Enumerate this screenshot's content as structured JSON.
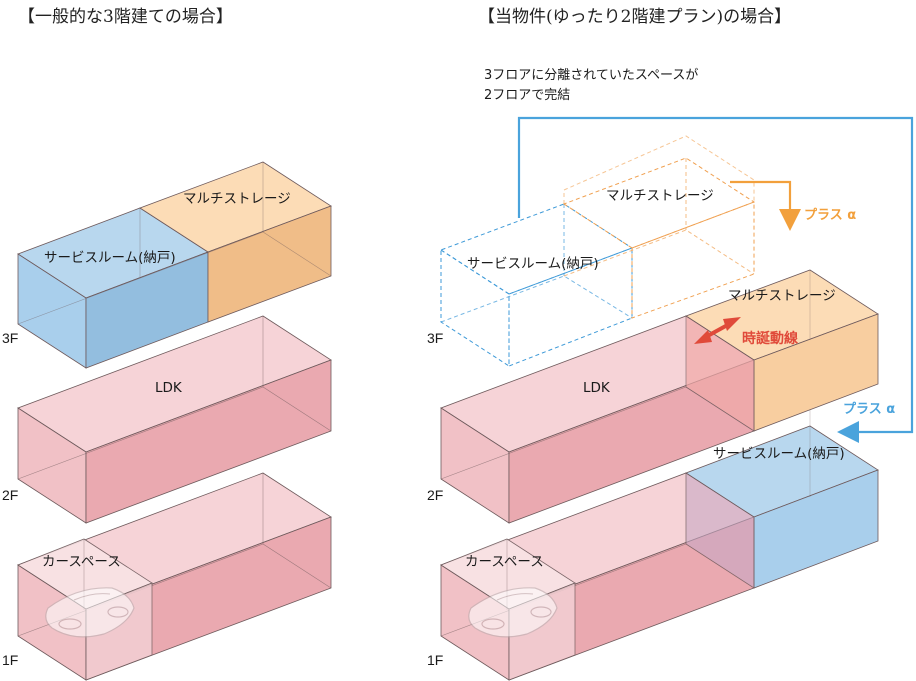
{
  "colors": {
    "pink_front": "#f1c1c6",
    "pink_top": "#f6d3d7",
    "pink_side": "#eaa9b0",
    "pink_edge": "#6e5a5c",
    "blue_top": "#b8d7ee",
    "blue_front": "#a9cfec",
    "blue_side": "#93bedf",
    "orange_top": "#fcdcb6",
    "orange_front": "#f8cea0",
    "orange_side": "#f0bd88",
    "car_space": "#f9e3e5",
    "dashed_blue": "#3e9ad8",
    "dashed_orange": "#f0a050",
    "accent_red": "#e04a3a",
    "accent_blue": "#4aa3dc",
    "accent_orange": "#f2a03c"
  },
  "left": {
    "heading": "【一般的な3階建ての場合】",
    "floors": {
      "f3": "3F",
      "f2": "2F",
      "f1": "1F"
    },
    "rooms": {
      "storage": "マルチストレージ",
      "service": "サービスルーム(納戸)",
      "ldk": "LDK",
      "car": "カースペース"
    }
  },
  "right": {
    "heading": "【当物件(ゆったり2階建プラン)の場合】",
    "note_line1": "3フロアに分離されていたスペースが",
    "note_line2": "2フロアで完結",
    "floors": {
      "f3": "3F",
      "f2": "2F",
      "f1": "1F"
    },
    "rooms": {
      "storage_ghost": "マルチストレージ",
      "service_ghost": "サービスルーム(納戸)",
      "storage": "マルチストレージ",
      "ldk": "LDK",
      "service": "サービスルーム(納戸)",
      "car": "カースペース"
    },
    "plus_orange": "プラス α",
    "plus_blue": "プラス α",
    "flow_label": "時誕動線"
  }
}
